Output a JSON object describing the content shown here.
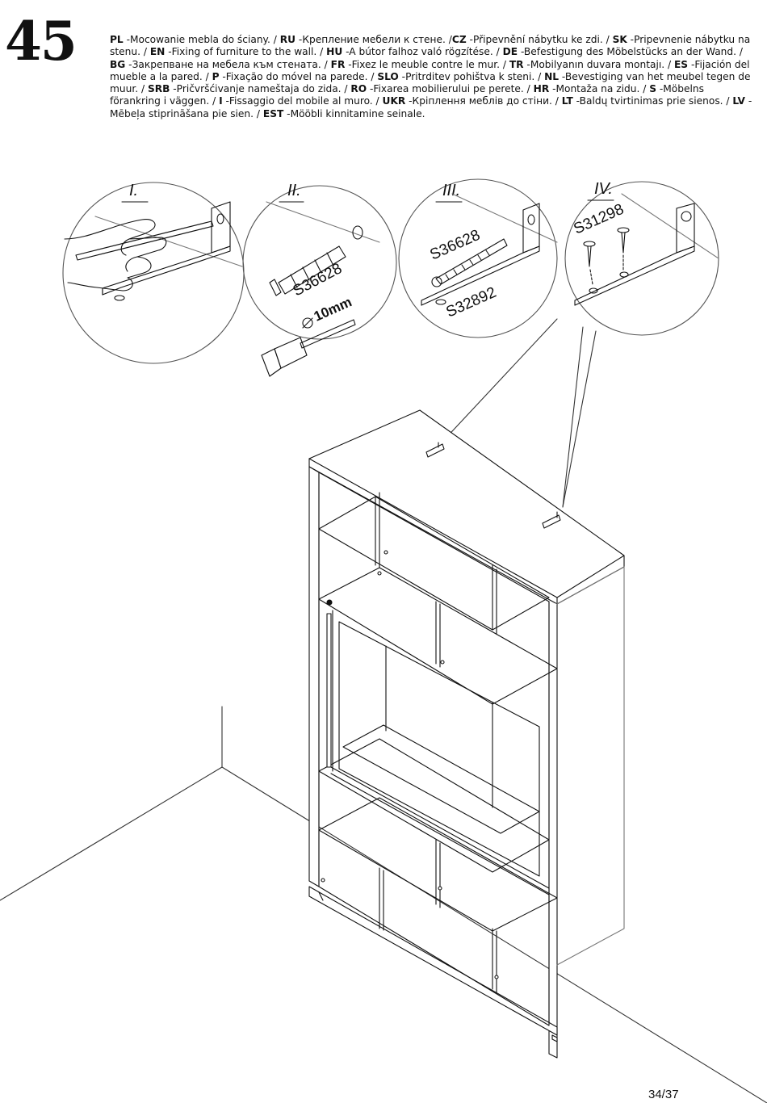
{
  "step_number": "45",
  "instructions": [
    {
      "code": "PL",
      "text": " -Mocowanie mebla do ściany. / "
    },
    {
      "code": "RU",
      "text": " -Крепление мебели к стене. /"
    },
    {
      "code": "CZ",
      "text": " -Připevnění nábytku ke zdi. / "
    },
    {
      "code": "SK",
      "text": " -Pripevnenie nábytku na stenu. / "
    },
    {
      "code": "EN",
      "text": " -Fixing of furniture to the wall. / "
    },
    {
      "code": "HU",
      "text": " -A bútor falhoz való rögzítése. / "
    },
    {
      "code": "DE",
      "text": " -Befestigung des Möbelstücks an der Wand. / "
    },
    {
      "code": "BG",
      "text": " -Закрепване на мебела към стената. / "
    },
    {
      "code": "FR",
      "text": " -Fixez le meuble contre le mur. / "
    },
    {
      "code": "TR",
      "text": " -Mobilyanın duvara montajı. / "
    },
    {
      "code": "ES",
      "text": " -Fijación del mueble a la pared. / "
    },
    {
      "code": "P",
      "text": " -Fixação do móvel na parede. / "
    },
    {
      "code": "SLO",
      "text": " -Pritrditev pohištva k steni. / "
    },
    {
      "code": "NL",
      "text": " -Bevestiging van het meubel tegen de muur. / "
    },
    {
      "code": "SRB",
      "text": " -Pričvršćivanje nameštaja do zida. / "
    },
    {
      "code": "RO",
      "text": " -Fixarea mobilierului pe perete. / "
    },
    {
      "code": "HR",
      "text": " -Montaža na zidu. / "
    },
    {
      "code": "S",
      "text": " -Möbelns förankring i väggen. / "
    },
    {
      "code": "I",
      "text": " -Fissaggio del mobile al muro. / "
    },
    {
      "code": "UKR",
      "text": " -Кріплення меблів до стіни. / "
    },
    {
      "code": "LT",
      "text": " -Baldų tvirtinimas prie sienos. / "
    },
    {
      "code": "LV",
      "text": " -Mēbeļa stiprināšana pie sien. / "
    },
    {
      "code": "EST",
      "text": " -Mööbli kinnitamine seinale."
    }
  ],
  "detail_steps": [
    "I.",
    "II.",
    "III.",
    "IV."
  ],
  "parts": {
    "dowel": "S36628",
    "drill_size": "10mm",
    "screw": "S36628",
    "bracket": "S32892",
    "small_screw": "S31298"
  },
  "page_number": "34/37"
}
